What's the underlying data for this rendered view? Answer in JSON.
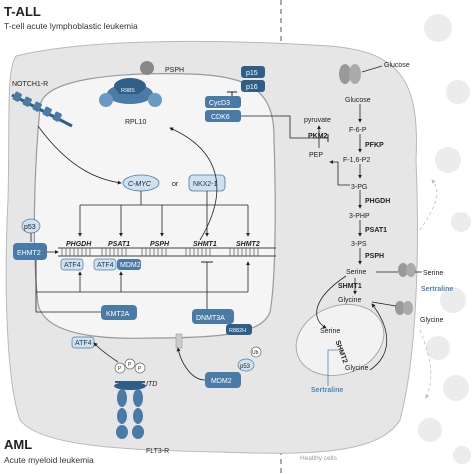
{
  "tall": {
    "title": "T-ALL",
    "subtitle": "T-cell acute lymphoblastic leukemia"
  },
  "aml": {
    "title": "AML",
    "subtitle": "Acute myeloid leukemia"
  },
  "healthy_cells_label": "Healthy cells",
  "receptors": {
    "notch1": "NOTCH1-R",
    "flt3": "FLT3-R",
    "itd": "ITD"
  },
  "proteins": {
    "psph": "PSPH",
    "r98s": "R98S",
    "rpl10": "RPL10",
    "p15": "p15",
    "p16": "p16",
    "cycd3": "CycD3",
    "cdk6": "CDK6",
    "cmyc": "C-MYC",
    "or": "or",
    "nkx21": "NKX2-1",
    "p53": "p53",
    "ehmt2": "EHMT2",
    "atf4": "ATF4",
    "mdm2": "MDM2",
    "kmt2a": "KMT2A",
    "dnmt3a": "DNMT3A",
    "r882h": "R882H",
    "ub": "Ub",
    "p": "P"
  },
  "genes": [
    "PHGDH",
    "PSAT1",
    "PSPH",
    "SHMT1",
    "SHMT2"
  ],
  "pathway": {
    "glucose_out": "Glucose",
    "glucose_in": "Glucose",
    "f6p": "F-6-P",
    "pfkp": "PFKP",
    "f16p2": "F-1,6-P2",
    "pyruvate": "pyruvate",
    "pkm2": "PKM2",
    "pep": "PEP",
    "pg3": "3-PG",
    "phgdh": "PHGDH",
    "php3": "3-PHP",
    "psat1": "PSAT1",
    "ps3": "3-PS",
    "psph": "PSPH",
    "serine": "Serine",
    "shmt1": "SHMT1",
    "glycine": "Glycine",
    "serine_out": "Serine",
    "glycine_out": "Glycine",
    "sertraline": "Sertraline",
    "mito_serine": "Serine",
    "shmt2": "SHMT2",
    "mito_glycine": "Glycine"
  },
  "colors": {
    "accent": "#4a7ba6",
    "accent_dark": "#2f5f86",
    "light_blue": "#cfe0ef",
    "cell": "#e6e6e6",
    "nucleus": "#f4f4f4"
  }
}
